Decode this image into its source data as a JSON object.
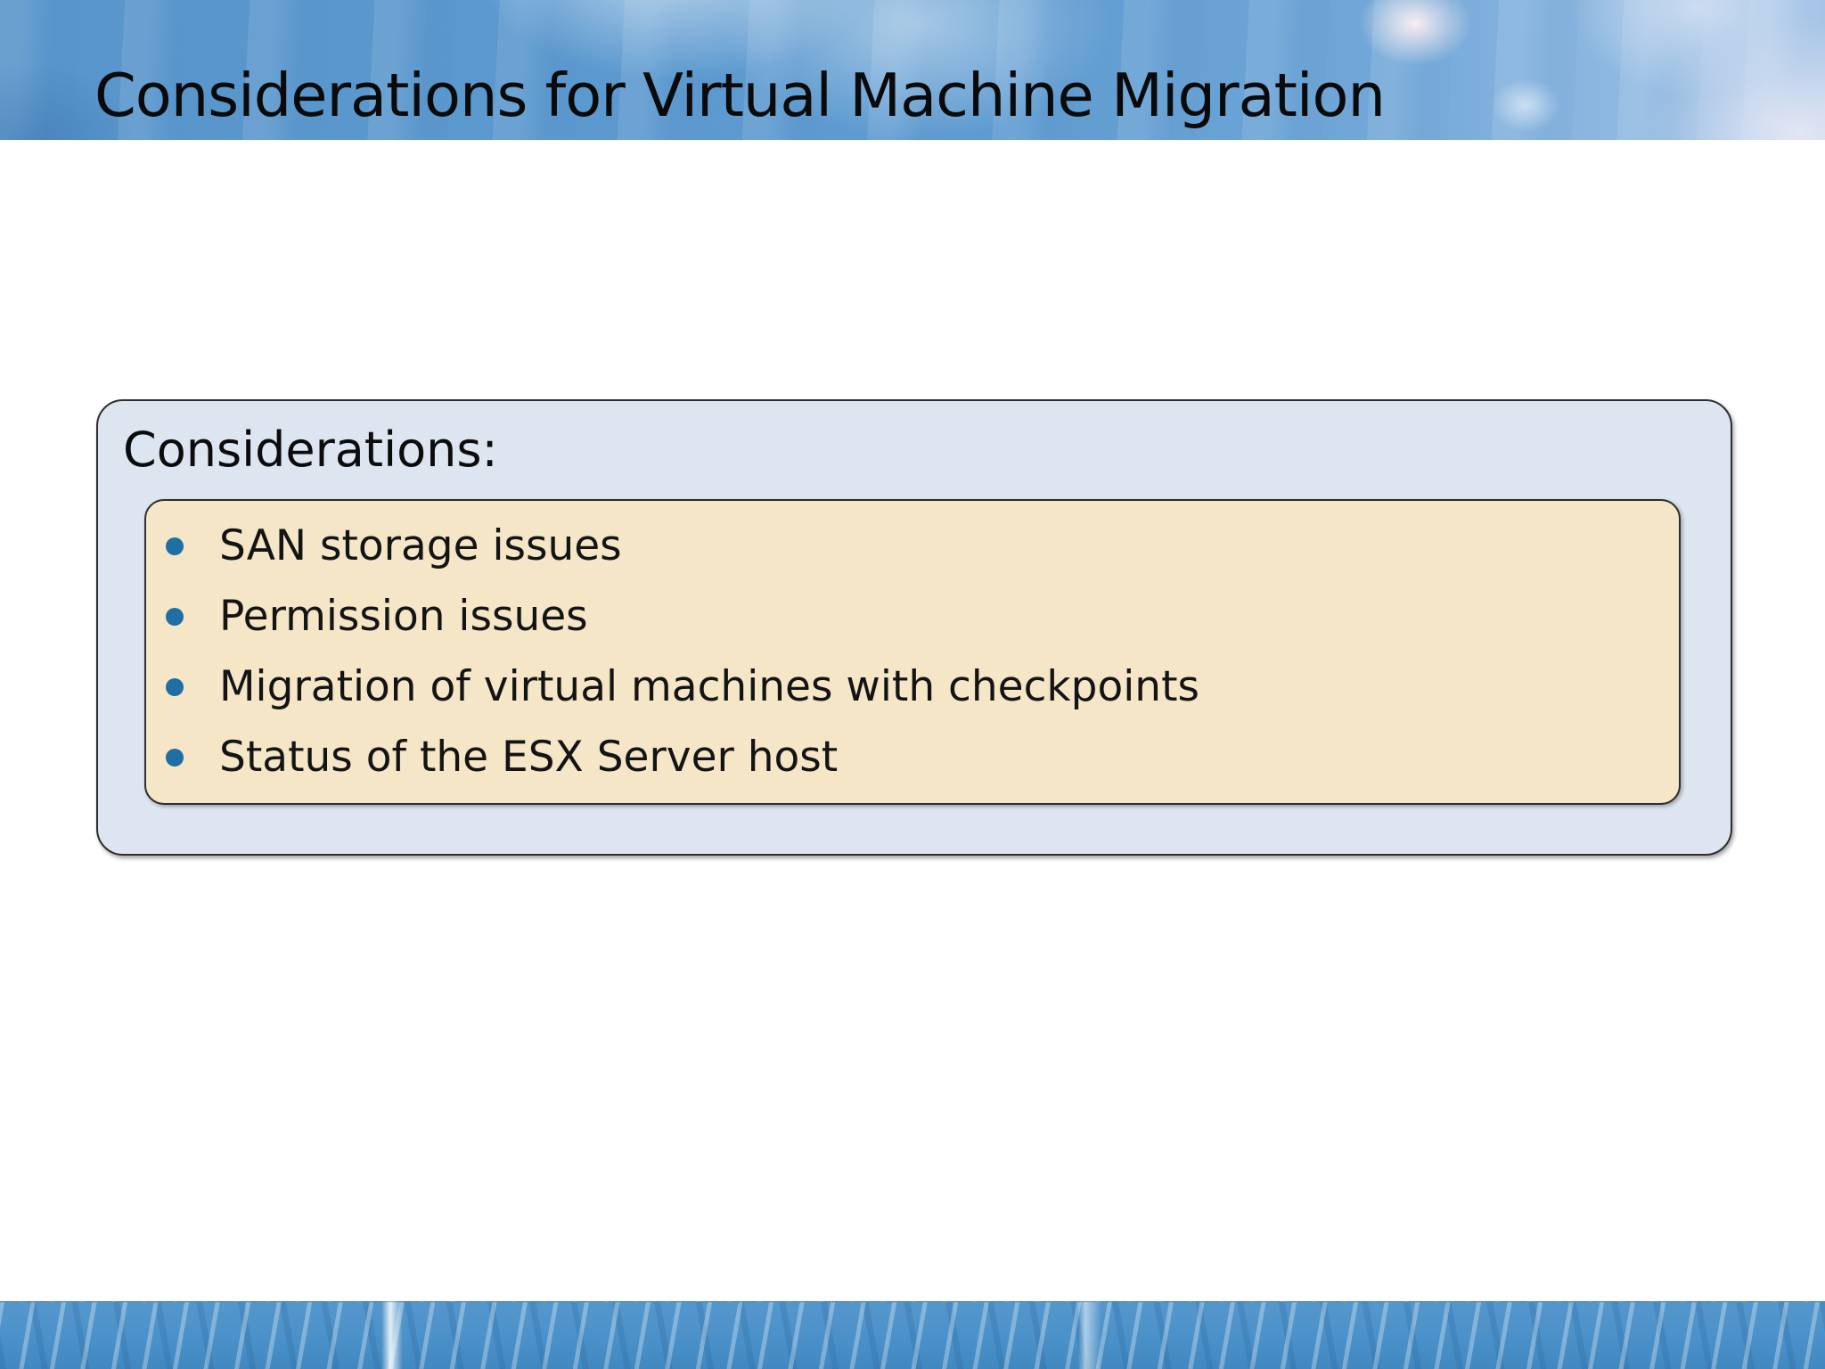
{
  "slide": {
    "title": "Considerations for Virtual Machine Migration",
    "panel": {
      "label": "Considerations:",
      "bullets": [
        "SAN storage issues",
        "Permission issues",
        "Migration of virtual machines with checkpoints",
        "Status of the ESX Server host"
      ]
    }
  },
  "colors": {
    "header_base": "#5e9bd1",
    "footer_base": "#4a90c8",
    "outer_panel_fill": "#dde5f1",
    "inner_panel_fill": "#f4e6c6",
    "bullet_dot": "#1f6fa5",
    "text_color": "#141414",
    "panel_border": "#2e2e2e"
  }
}
